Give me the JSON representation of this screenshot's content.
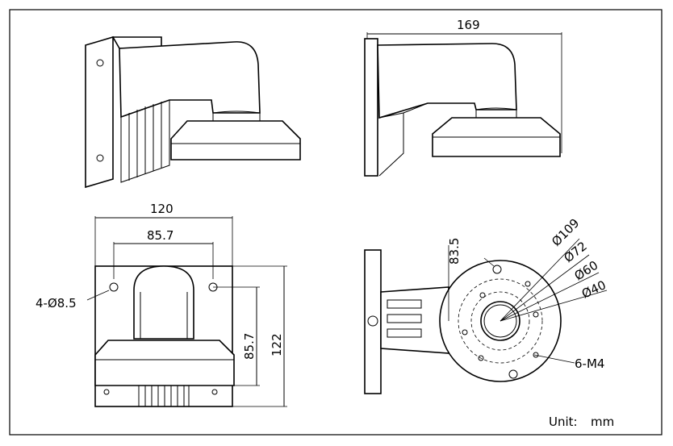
{
  "views": {
    "side_left": {},
    "side_right": {
      "width_dim": "169"
    },
    "front": {
      "width_outer": "120",
      "width_holes": "85.7",
      "height_holes": "85.7",
      "height_outer": "122",
      "holes": "4-Ø8.5"
    },
    "top": {
      "d1": "Ø109",
      "d2": "Ø72",
      "d3": "Ø60",
      "d4": "Ø40",
      "angle": "83.5",
      "thread": "6-M4"
    }
  },
  "unit_label": "Unit:",
  "unit_value": "mm"
}
